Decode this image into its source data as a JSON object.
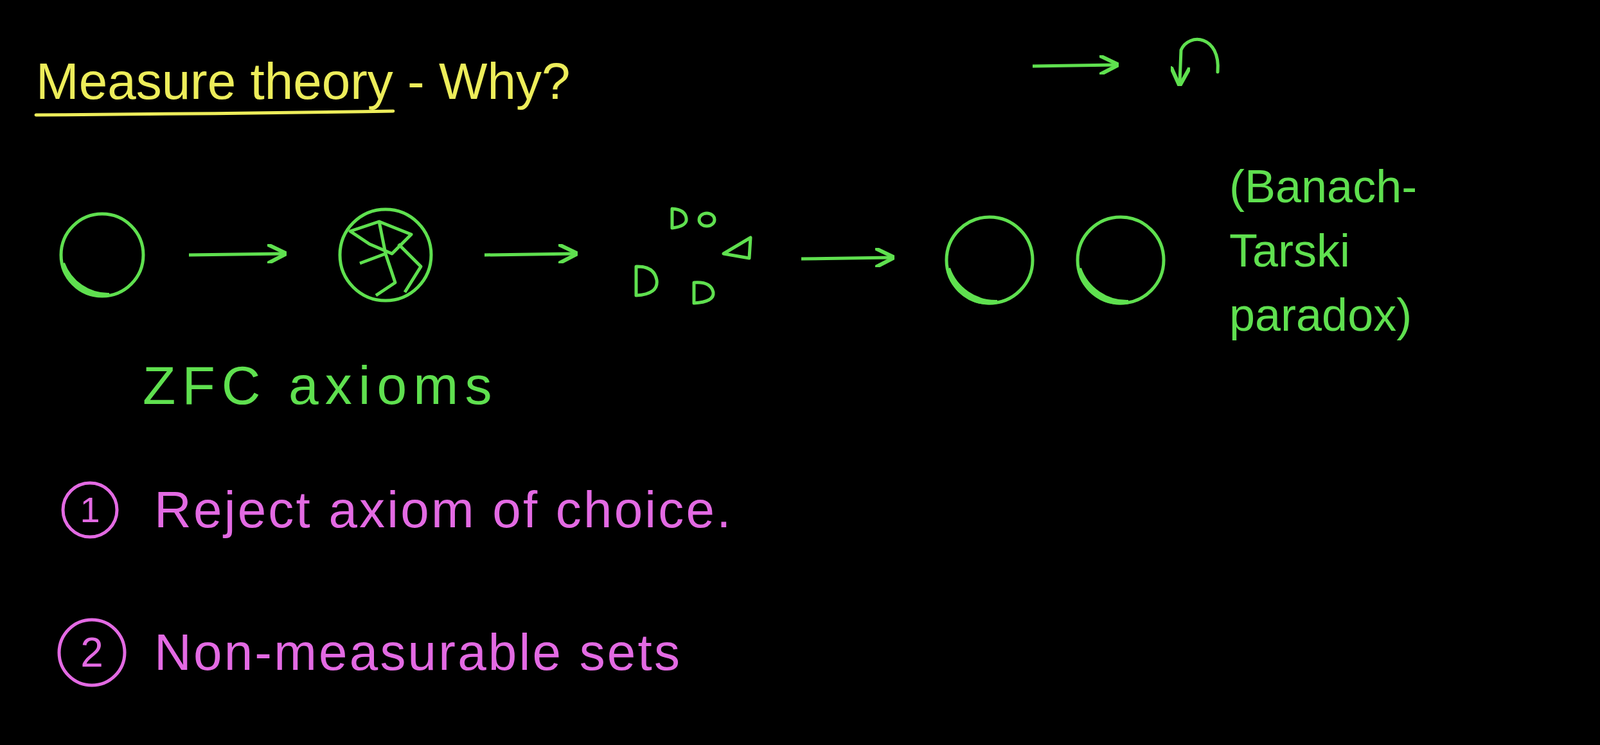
{
  "diagram": {
    "title": "Measure theory - Why?",
    "nodes": [
      {
        "text": [
          "1"
        ]
      },
      {
        "text": [
          "2"
        ]
      }
    ],
    "labels": [
      "(Banach-Tarski paradox)",
      "ZFC axioms",
      "Reject axiom of choice.",
      "Non-measurable sets"
    ]
  }
}
